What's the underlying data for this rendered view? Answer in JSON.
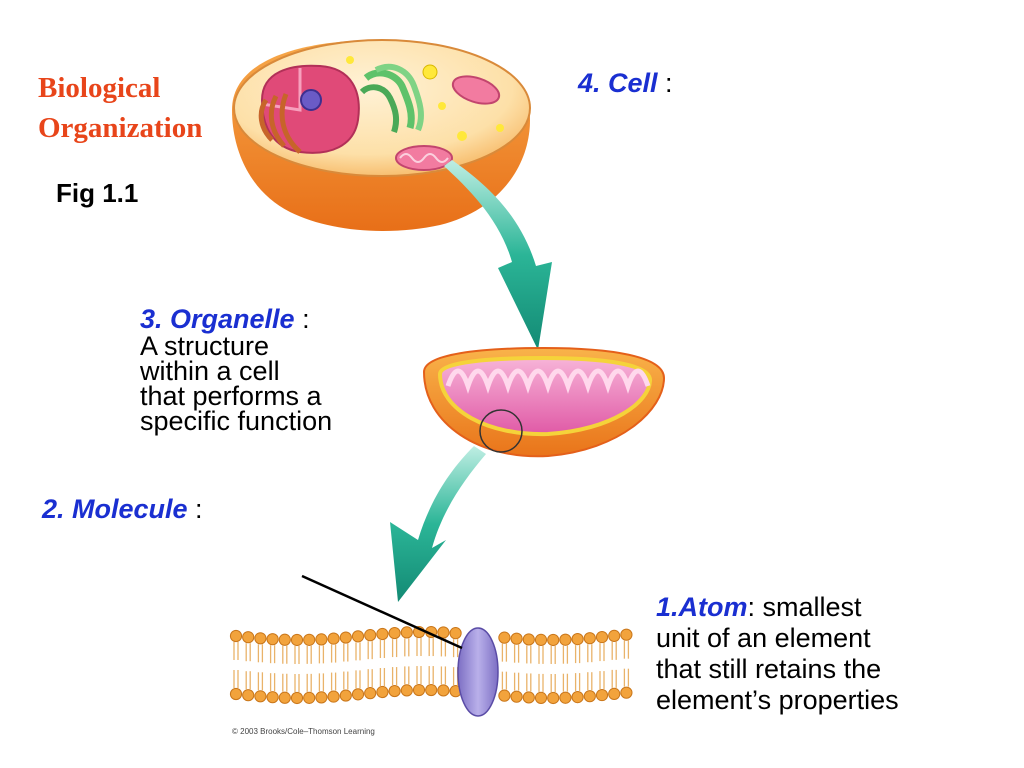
{
  "title": {
    "line1": "Biological",
    "line2": "Organization",
    "color": "#e8451a"
  },
  "figure_label": "Fig 1.1",
  "levels": {
    "cell": {
      "term": "4. Cell",
      "sep": " :",
      "color": "#1a2fd1"
    },
    "organelle": {
      "term": "3. Organelle",
      "sep": " :",
      "color": "#1a2fd1",
      "desc_lines": [
        "A structure",
        "within a cell",
        "that performs a",
        "specific function"
      ]
    },
    "molecule": {
      "term": "2. Molecule",
      "sep": " :",
      "color": "#1a2fd1"
    },
    "atom": {
      "term": "1.Atom",
      "sep": ": smallest",
      "color": "#1a2fd1",
      "desc_lines": [
        "unit of an element",
        "that still retains the",
        "element’s properties"
      ]
    }
  },
  "credit": "© 2003 Brooks/Cole–Thomson Learning",
  "colors": {
    "arrow": "#1fa88f",
    "cell_rim": "#f08a2a",
    "membrane_head": "#f2a33c",
    "protein": "#9b8fd6"
  }
}
